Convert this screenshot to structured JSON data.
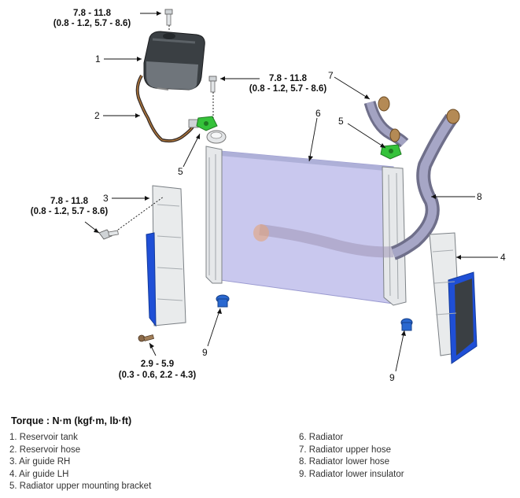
{
  "callouts": {
    "c1": "1",
    "c2": "2",
    "c3": "3",
    "c4": "4",
    "c5a": "5",
    "c5b": "5",
    "c6": "6",
    "c7": "7",
    "c8": "8",
    "c9a": "9",
    "c9b": "9"
  },
  "torques": {
    "top": {
      "nm": "7.8 - 11.8",
      "alt": "(0.8 - 1.2, 5.7 - 8.6)"
    },
    "center": {
      "nm": "7.8 - 11.8",
      "alt": "(0.8 - 1.2, 5.7 - 8.6)"
    },
    "left": {
      "nm": "7.8 - 11.8",
      "alt": "(0.8 - 1.2, 5.7 - 8.6)"
    },
    "bottom": {
      "nm": "2.9 - 5.9",
      "alt": "(0.3 - 0.6, 2.2 - 4.3)"
    }
  },
  "torque_heading": "Torque : N·m (kgf·m, lb·ft)",
  "legend": {
    "left": [
      "1. Reservoir tank",
      "2. Reservoir hose",
      "3. Air guide RH",
      "4. Air guide LH",
      "5. Radiator upper mounting bracket"
    ],
    "right": [
      "6. Radiator",
      "7. Radiator upper hose",
      "8. Radiator lower hose",
      "9. Radiator lower insulator"
    ]
  },
  "colors": {
    "radiator_core": "#c9c8ee",
    "air_guide_blue": "#1f4fd6",
    "bracket_green": "#35c23a",
    "hose_gray": "#8a8aa8",
    "tank_dark": "#2d3134"
  }
}
